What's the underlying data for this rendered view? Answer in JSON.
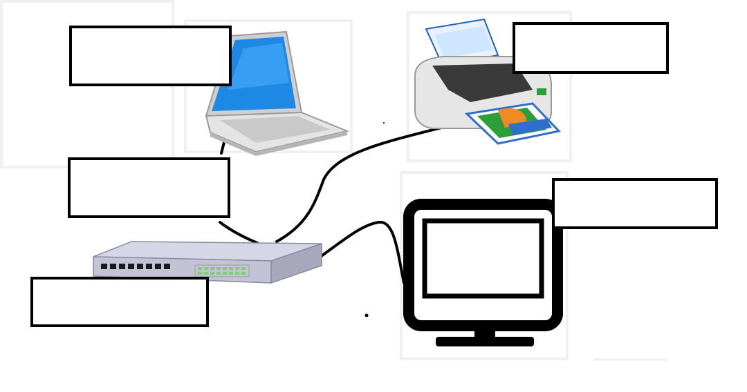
{
  "diagram": {
    "devices": [
      {
        "id": "laptop",
        "icon": "laptop-icon"
      },
      {
        "id": "printer",
        "icon": "printer-icon"
      },
      {
        "id": "network-switch",
        "icon": "network-switch-icon"
      },
      {
        "id": "monitor",
        "icon": "monitor-icon"
      }
    ],
    "connections": [
      {
        "from": "laptop",
        "to": "network-switch"
      },
      {
        "from": "printer",
        "to": "network-switch"
      },
      {
        "from": "monitor",
        "to": "network-switch"
      }
    ],
    "label_boxes": [
      {
        "id": "laptop-label",
        "text": ""
      },
      {
        "id": "cable-label",
        "text": ""
      },
      {
        "id": "switch-label",
        "text": ""
      },
      {
        "id": "printer-label",
        "text": ""
      },
      {
        "id": "monitor-label",
        "text": ""
      }
    ]
  },
  "colors": {
    "outline": "#000000",
    "laptop_screen": "#1e88e5",
    "laptop_body": "#d9d9d9",
    "switch_top": "#cfd0e0",
    "switch_front": "#b9bacb",
    "switch_port": "#1a1a1a",
    "switch_led": "#7fcf6a",
    "printer_body": "#e6e6e6",
    "printer_dark": "#3a3a3a",
    "paper": "#cfe6ff",
    "photo_green": "#2e9e3a",
    "photo_orange": "#f08a24",
    "photo_blue": "#2f6fc9"
  }
}
